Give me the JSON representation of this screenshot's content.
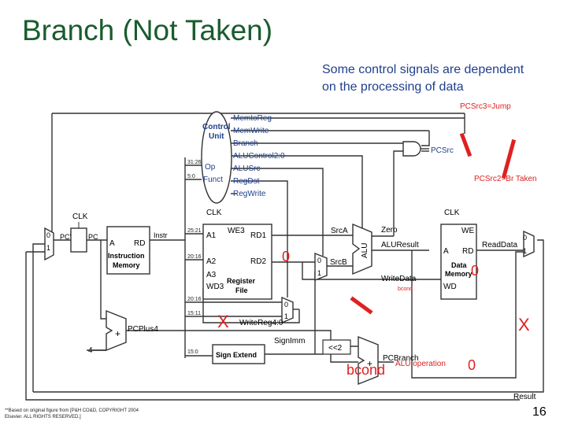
{
  "title": "Branch (Not Taken)",
  "note": {
    "line1": "Some control signals are dependent",
    "line2": "on the processing of data"
  },
  "annotations": {
    "pcsrc3": "PCSrc3=Jump",
    "pcsrc2": "PCSrc2=Br Taken",
    "zero_regdst": "0",
    "zero_memtoreg": "0",
    "zero_memwrite": "0",
    "x_left": "X",
    "x_right": "X",
    "bcond": "bcond",
    "bcond_small": "bcond",
    "alu_operation": "ALU operation"
  },
  "footer": {
    "line1": "**Based on original figure from [P&H CO&D, COPYRIGHT 2004",
    "line2": "Elsevier. ALL RIGHTS RESERVED.]"
  },
  "page_number": "16",
  "diagram": {
    "control_unit": "Control Unit",
    "control_signals": [
      "MemtoReg",
      "MemWrite",
      "Branch",
      "ALUControl2:0",
      "ALUSrc",
      "RegDst",
      "RegWrite"
    ],
    "control_inputs": [
      "Op",
      "Funct"
    ],
    "instr_bits": [
      "31:26",
      "5:0",
      "25:21",
      "20:16",
      "20:16",
      "15:11",
      "15:0"
    ],
    "pcsrc": "PCSrc",
    "clk": "CLK",
    "pc_prime": "PC'",
    "pc": "PC",
    "a": "A",
    "rd": "RD",
    "instr": "Instr",
    "instruction_memory": "Instruction Memory",
    "we3": "WE3",
    "a1": "A1",
    "a2": "A2",
    "a3": "A3",
    "wd3": "WD3",
    "rd1": "RD1",
    "rd2": "RD2",
    "register_file": "Register File",
    "srca": "SrcA",
    "srcb": "SrcB",
    "zero": "Zero",
    "alu": "ALU",
    "aluresult": "ALUResult",
    "writedata": "WriteData",
    "we": "WE",
    "data_memory": "Data Memory",
    "wd": "WD",
    "readdata": "ReadData",
    "writereg": "WriteReg4:0",
    "signimm": "SignImm",
    "sign_extend": "Sign Extend",
    "shift": "<<2",
    "pcbranch": "PCBranch",
    "pcplus4": "PCPlus4",
    "four": "4",
    "result": "Result",
    "plus": "+",
    "mux0": "0",
    "mux1": "1"
  }
}
